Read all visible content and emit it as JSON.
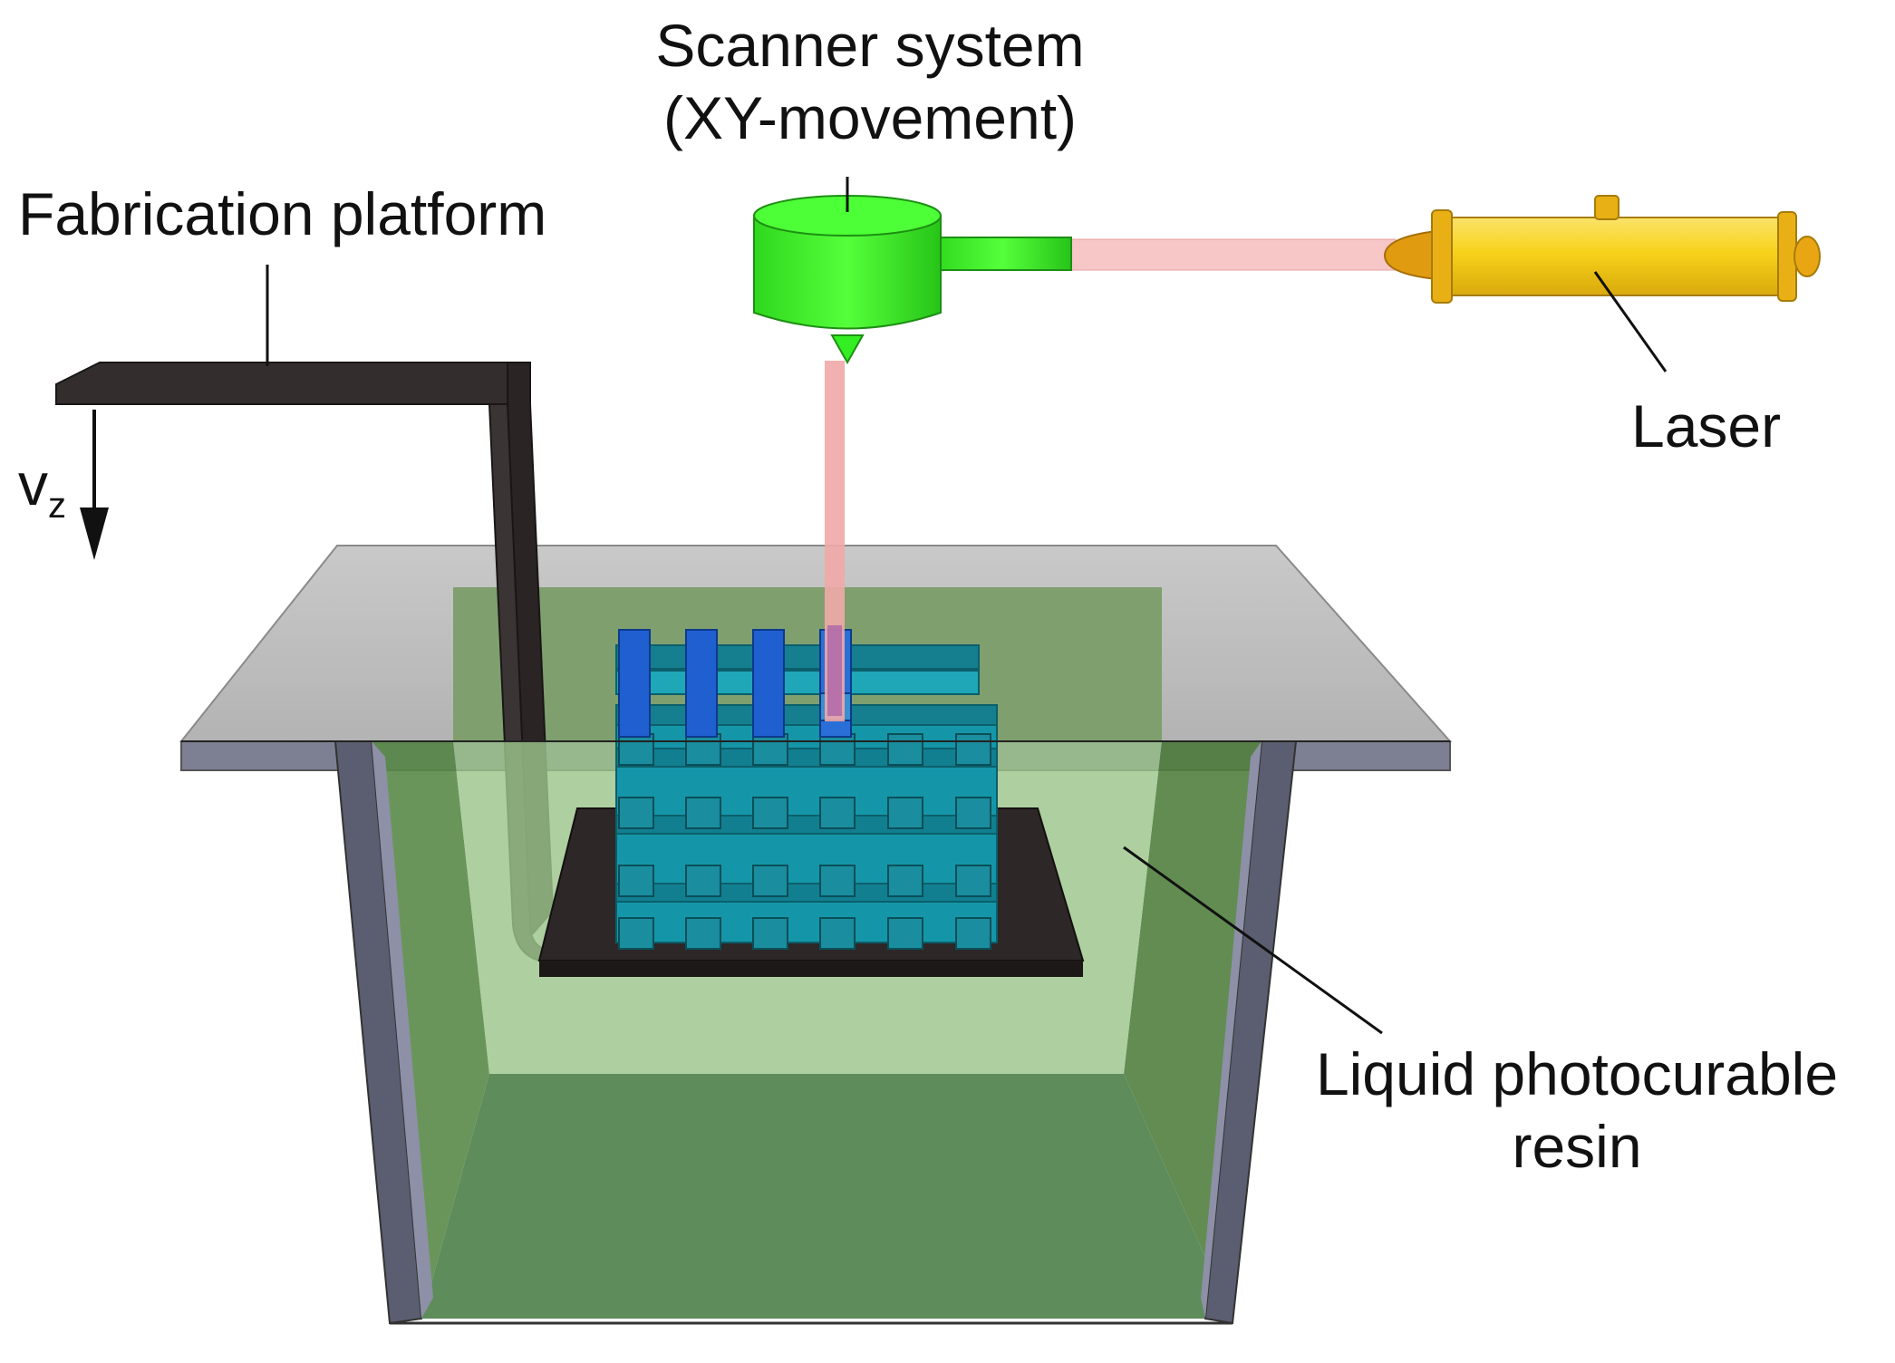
{
  "labels": {
    "scanner_line1": "Scanner system",
    "scanner_line2": "(XY-movement)",
    "fabrication": "Fabrication platform",
    "laser": "Laser",
    "resin_line1": "Liquid photocurable",
    "resin_line2": "resin",
    "velocity": "v",
    "velocity_sub": "z"
  },
  "colors": {
    "scanner": "#33ee22",
    "laser_body": "#f7d21a",
    "laser_beam": "#f7c6c6",
    "platform": "#2f2a2a",
    "resin": "#8fb87f",
    "tank_rim": "#bdbdbd",
    "part": "#1aa2b5",
    "part_top_bars": "#1f5fd0"
  }
}
